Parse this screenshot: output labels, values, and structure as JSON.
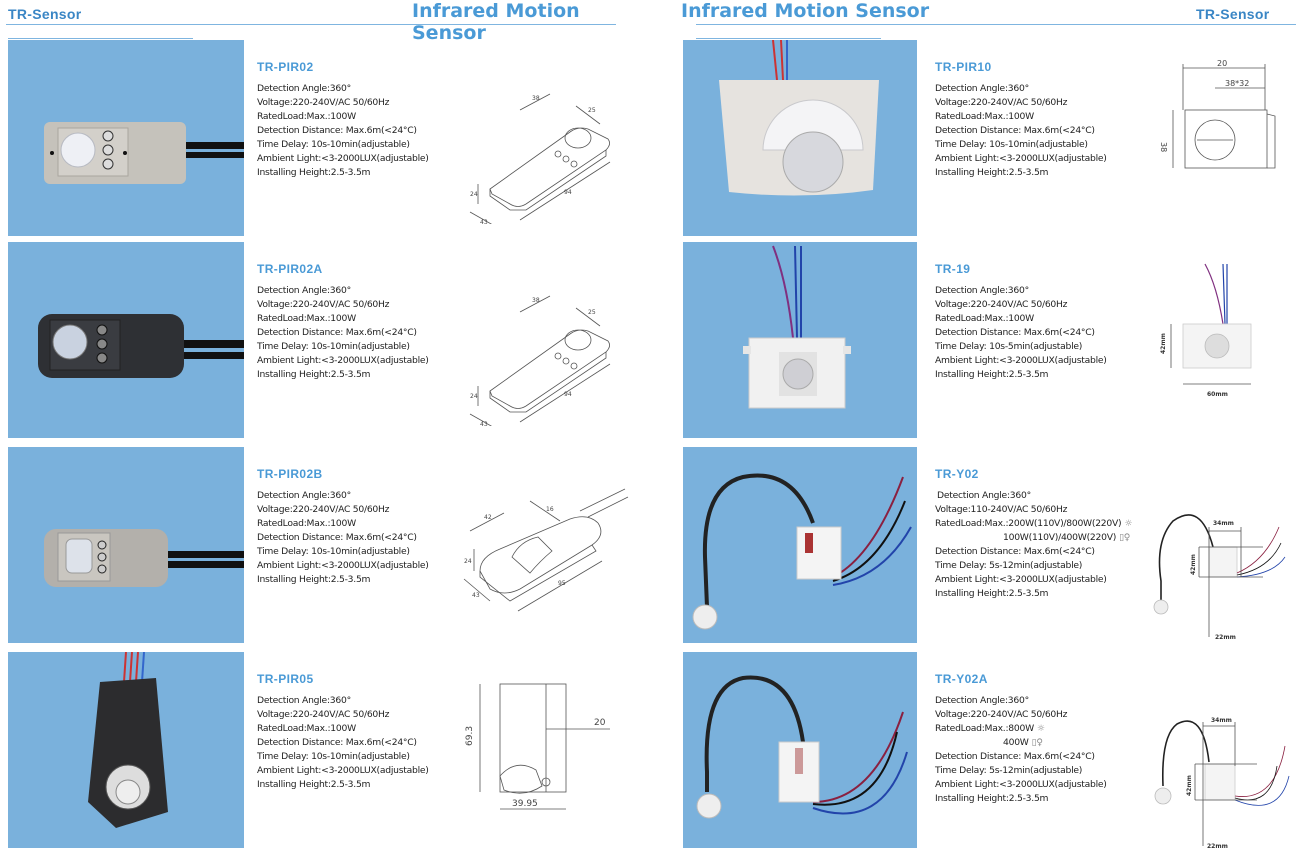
{
  "left_page": {
    "brand": "TR-Sensor",
    "title": "Infrared Motion Sensor",
    "products": [
      {
        "model": "TR-PIR02",
        "specs": [
          "Detection Angle:360°",
          "Voltage:220-240V/AC 50/60Hz",
          "RatedLoad:Max.:100W",
          "Detection Distance: Max.6m(<24°C)",
          "Time Delay: 10s-10min(adjustable)",
          "Ambient Light:<3-2000LUX(adjustable)",
          "Installing Height:2.5-3.5m"
        ],
        "drawing_labels": [
          "38",
          "25",
          "24",
          "43",
          "94"
        ]
      },
      {
        "model": "TR-PIR02A",
        "specs": [
          "Detection Angle:360°",
          "Voltage:220-240V/AC 50/60Hz",
          "RatedLoad:Max.:100W",
          "Detection Distance: Max.6m(<24°C)",
          "Time Delay: 10s-10min(adjustable)",
          "Ambient Light:<3-2000LUX(adjustable)",
          "Installing Height:2.5-3.5m"
        ],
        "drawing_labels": [
          "38",
          "25",
          "24",
          "43",
          "94"
        ]
      },
      {
        "model": "TR-PIR02B",
        "specs": [
          "Detection Angle:360°",
          "Voltage:220-240V/AC 50/60Hz",
          "RatedLoad:Max.:100W",
          "Detection Distance: Max.6m(<24°C)",
          "Time Delay: 10s-10min(adjustable)",
          "Ambient Light:<3-2000LUX(adjustable)",
          "Installing Height:2.5-3.5m"
        ],
        "drawing_labels": [
          "42",
          "16",
          "24",
          "43",
          "95"
        ]
      },
      {
        "model": "TR-PIR05",
        "specs": [
          "Detection Angle:360°",
          "Voltage:220-240V/AC 50/60Hz",
          "RatedLoad:Max.:100W",
          "Detection Distance: Max.6m(<24°C)",
          "Time Delay: 10s-10min(adjustable)",
          "Ambient Light:<3-2000LUX(adjustable)",
          "Installing Height:2.5-3.5m"
        ],
        "drawing_labels": [
          "69.3",
          "20",
          "39.95"
        ]
      }
    ]
  },
  "right_page": {
    "brand": "TR-Sensor",
    "title": "Infrared Motion Sensor",
    "products": [
      {
        "model": "TR-PIR10",
        "specs": [
          "Detection Angle:360°",
          "Voltage:220-240V/AC 50/60Hz",
          "RatedLoad:Max.:100W",
          "Detection Distance: Max.6m(<24°C)",
          "Time Delay: 10s-10min(adjustable)",
          "Ambient Light:<3-2000LUX(adjustable)",
          "Installing Height:2.5-3.5m"
        ],
        "drawing_labels": [
          "20",
          "38*32",
          "38"
        ]
      },
      {
        "model": "TR-19",
        "specs": [
          "Detection Angle:360°",
          "Voltage:220-240V/AC 50/60Hz",
          "RatedLoad:Max.:100W",
          "Detection Distance: Max.6m(<24°C)",
          "Time Delay: 10s-5min(adjustable)",
          "Ambient Light:<3-2000LUX(adjustable)",
          "Installing Height:2.5-3.5m"
        ],
        "drawing_labels": [
          "42mm",
          "60mm"
        ]
      },
      {
        "model": "TR-Y02",
        "specs_before": [
          "Detection Angle:360°",
          "Voltage:110-240V/AC 50/60Hz",
          "RatedLoad:Max.:200W(110V)/800W(220V)"
        ],
        "load_line_2": "100W(110V)/400W(220V)",
        "specs_after": [
          "Detection Distance: Max.6m(<24°C)",
          "Time Delay: 5s-12min(adjustable)",
          "Ambient Light:<3-2000LUX(adjustable)",
          "Installing Height:2.5-3.5m"
        ],
        "drawing_labels": [
          "34mm",
          "42mm",
          "22mm"
        ]
      },
      {
        "model": "TR-Y02A",
        "specs_before": [
          "Detection Angle:360°",
          "Voltage:220-240V/AC 50/60Hz",
          "RatedLoad:Max.:800W"
        ],
        "load_line_2": "400W",
        "specs_after": [
          "Detection Distance: Max.6m(<24°C)",
          "Time Delay: 5s-12min(adjustable)",
          "Ambient Light:<3-2000LUX(adjustable)",
          "Installing Height:2.5-3.5m"
        ],
        "drawing_labels": [
          "34mm",
          "42mm",
          "22mm"
        ]
      }
    ]
  },
  "icons": {
    "incandescent": "☼",
    "fluorescent": "▯♀"
  },
  "colors": {
    "accent": "#4a9ad6",
    "photo_bg": "#7ab1dc"
  }
}
